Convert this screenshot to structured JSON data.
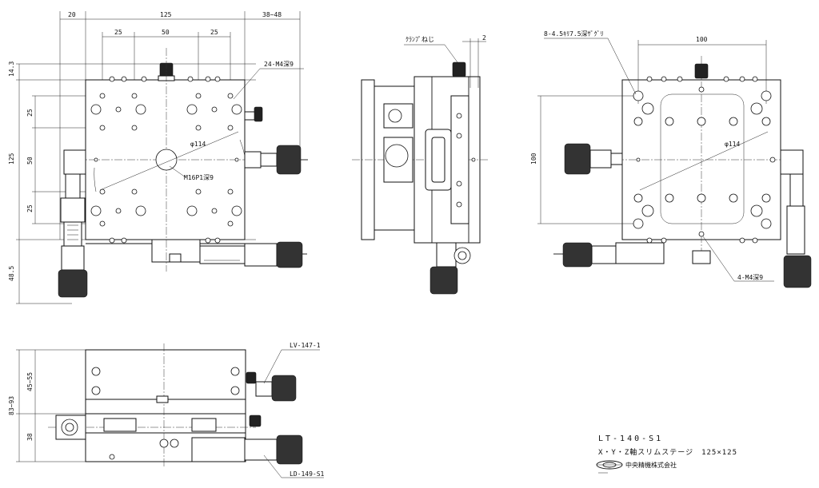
{
  "views": {
    "top": {
      "dims": {
        "w20": "20",
        "w125": "125",
        "w38_48": "38~48",
        "w25a": "25",
        "w50": "50",
        "w25b": "25",
        "h14_3": "14.3",
        "h25a": "25",
        "h125": "125",
        "h50": "50",
        "h25b": "25",
        "h48_5": "48.5"
      },
      "labels": {
        "holes": "24-M4深9",
        "diameter": "φ114",
        "center_hole": "M16P1深9"
      }
    },
    "side": {
      "labels": {
        "clamp": "ｸﾗﾝﾌﾟねじ"
      },
      "dims": {
        "gap": "2"
      }
    },
    "bottom": {
      "labels": {
        "counterbore": "8-4.5ｷﾘ7.5深ｻﾞｸﾞﾘ",
        "diameter": "φ114",
        "taps": "4-M4深9"
      },
      "dims": {
        "w100": "100",
        "h100": "100"
      }
    },
    "front": {
      "labels": {
        "upper": "LV-147-1",
        "lower": "LD-149-S1"
      },
      "dims": {
        "h45_55": "45~55",
        "h83_93": "83~93",
        "h38": "38"
      }
    }
  },
  "title_block": {
    "model": "LT-140-S1",
    "description": "X・Y・Z軸スリムステージ　125×125",
    "company": "中央精機株式会社"
  }
}
